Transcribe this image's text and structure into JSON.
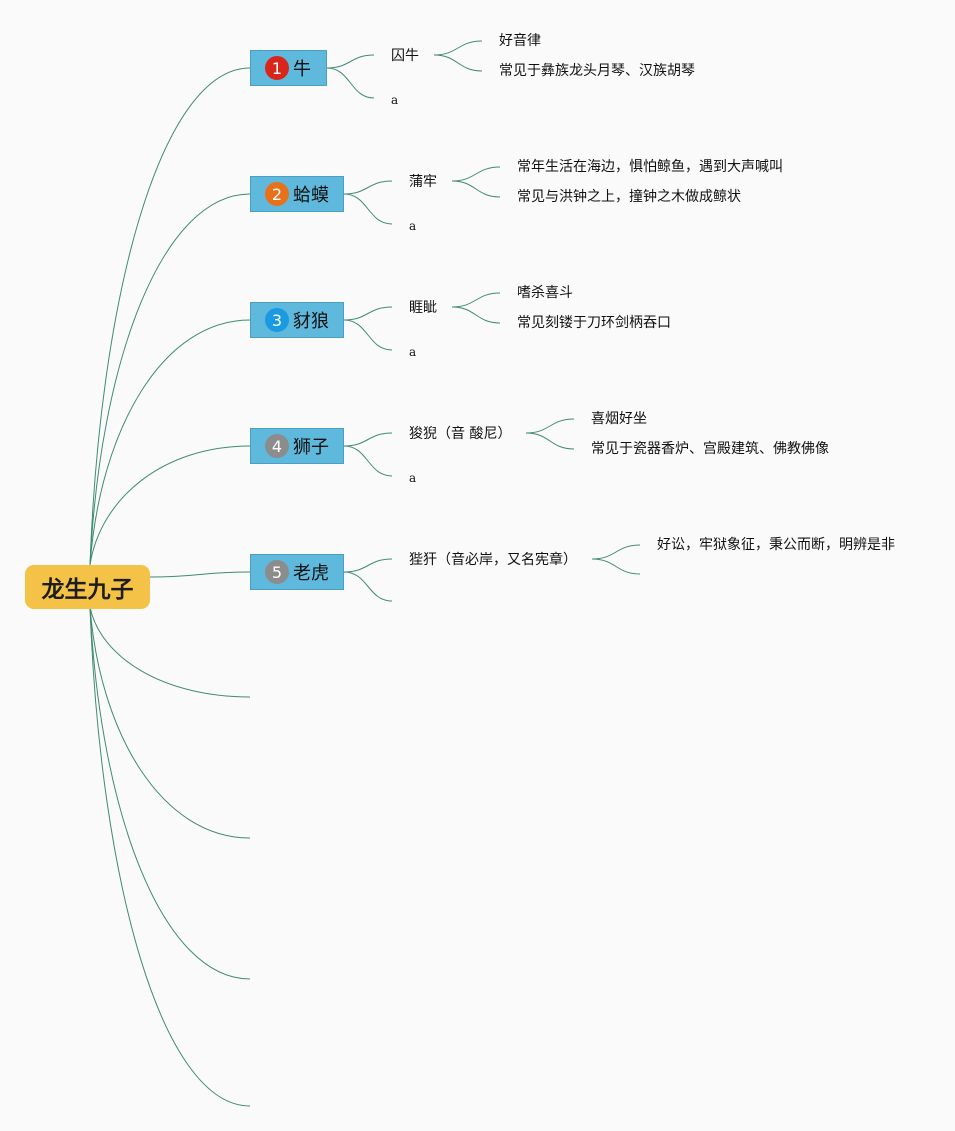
{
  "root": {
    "label": "龙生九子",
    "color": "#f4c247"
  },
  "children": [
    {
      "number": "1",
      "badge_color": "#d9261c",
      "label": "牛",
      "branches": [
        {
          "label": "囚牛",
          "details": [
            "好音律",
            "常见于彝族龙头月琴、汉族胡琴"
          ]
        },
        {
          "label": "a",
          "details": []
        }
      ]
    },
    {
      "number": "2",
      "badge_color": "#e8711a",
      "label": "蛤蟆",
      "branches": [
        {
          "label": "蒲牢",
          "details": [
            "常年生活在海边，惧怕鲸鱼，遇到大声喊叫",
            "常见与洪钟之上，撞钟之木做成鲸状"
          ]
        },
        {
          "label": "a",
          "details": []
        }
      ]
    },
    {
      "number": "3",
      "badge_color": "#1a9ae0",
      "label": "豺狼",
      "branches": [
        {
          "label": "睚眦",
          "details": [
            "嗜杀喜斗",
            "常见刻镂于刀环剑柄吞口"
          ]
        },
        {
          "label": "a",
          "details": []
        }
      ]
    },
    {
      "number": "4",
      "badge_color": "#8c8c8c",
      "label": "狮子",
      "branches": [
        {
          "label": "狻猊（音 酸尼）",
          "details": [
            "喜烟好坐",
            "常见于瓷器香炉、宫殿建筑、佛教佛像"
          ]
        },
        {
          "label": "a",
          "details": []
        }
      ]
    },
    {
      "number": "5",
      "badge_color": "#8c8c8c",
      "label": "老虎",
      "branches": [
        {
          "label": "狴犴（音必岸，又名宪章）",
          "details": [
            "好讼，牢狱象征，秉公而断，明辨是非",
            ""
          ]
        },
        {
          "label": "",
          "details": []
        }
      ]
    }
  ],
  "line_color": "#3f8c6f",
  "node_color": "#5fb9dd"
}
